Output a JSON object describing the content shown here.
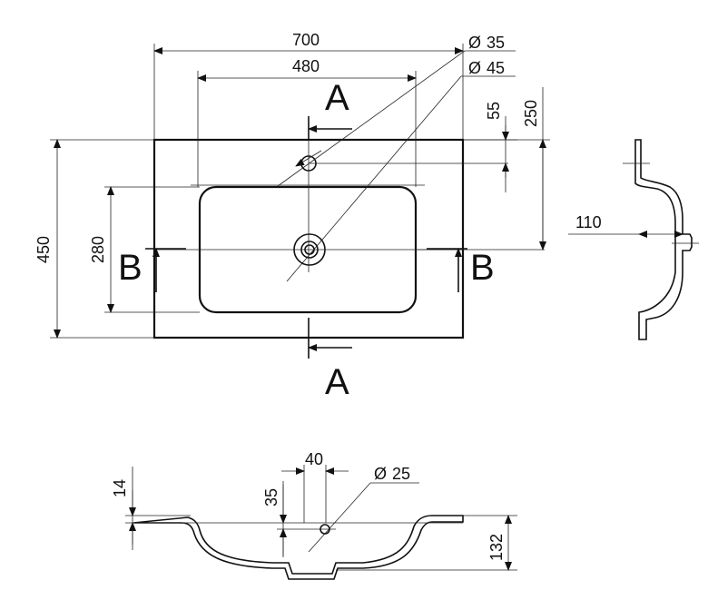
{
  "dimensions": {
    "width_700": "700",
    "width_480": "480",
    "height_450": "450",
    "height_280": "280",
    "dim_55": "55",
    "dim_250": "250",
    "dim_110": "110",
    "hole_35": "35",
    "hole_45": "45",
    "hole_25": "25",
    "dim_40": "40",
    "dim_35": "35",
    "dim_14": "14",
    "dim_132": "132",
    "diameter_symbol": "Ø"
  },
  "sections": {
    "a_top": "A",
    "a_bottom": "A",
    "b_left": "B",
    "b_right": "B"
  }
}
